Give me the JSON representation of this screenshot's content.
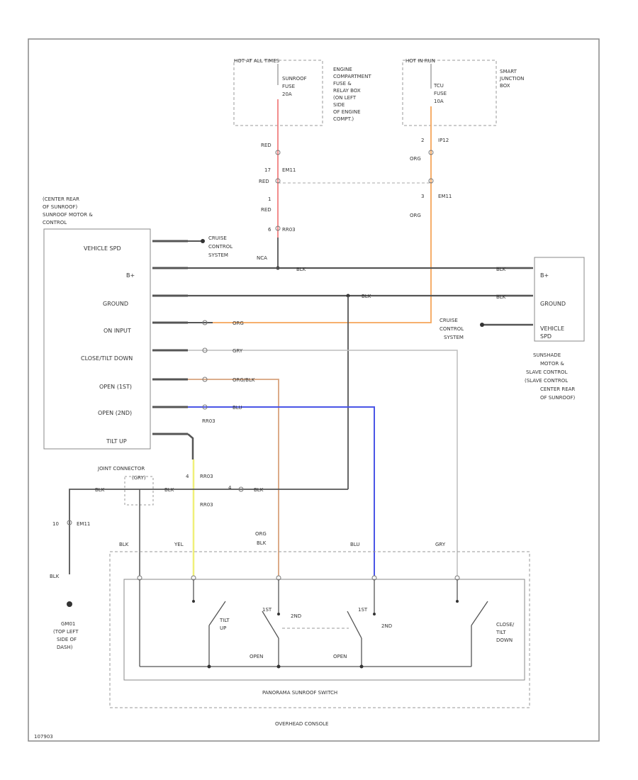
{
  "colors": {
    "red": "#f08080",
    "orange": "#f5a55a",
    "tan": "#d8a27c",
    "blue": "#4a55e6",
    "yellow": "#f0f07a",
    "black": "#555555",
    "gray": "#bdbdbd"
  },
  "fuses": {
    "left_header": "HOT AT ALL TIMES",
    "left_fuse": [
      "SUNROOF",
      "FUSE",
      "20A"
    ],
    "left_box": [
      "ENGINE",
      "COMPARTMENT",
      "FUSE &",
      "RELAY BOX",
      "(ON LEFT",
      "SIDE",
      "OF ENGINE",
      "COMPT.)"
    ],
    "right_header": "HOT IN RUN",
    "right_fuse": [
      "TCU",
      "FUSE",
      "10A"
    ],
    "right_box": [
      "SMART",
      "JUNCTION",
      "BOX"
    ]
  },
  "wires": {
    "red1": "RED",
    "n17": "17",
    "em11": "EM11",
    "red2": "RED",
    "n1": "1",
    "red3": "RED",
    "n6": "6",
    "rr03a": "RR03",
    "n2": "2",
    "ip12": "IP12",
    "org1": "ORG",
    "n3": "3",
    "em11b": "EM11",
    "org2": "ORG",
    "nca": "NCA",
    "blk": "BLK",
    "org": "ORG",
    "gry": "GRY",
    "orgblk": "ORG/BLK",
    "blu": "BLU",
    "rr03b": "RR03",
    "n4": "4",
    "rr03c": "RR03",
    "rr03d": "RR03",
    "n10": "10",
    "em11c": "EM11",
    "col_blk": "BLK",
    "col_yel": "YEL",
    "col_org": "ORG",
    "col_orgblk2": "BLK",
    "col_blu": "BLU",
    "col_gry": "GRY"
  },
  "left_module": {
    "title": [
      "(CENTER REAR",
      "OF SUNROOF)",
      "SUNROOF MOTOR &",
      "CONTROL"
    ],
    "pins": [
      "VEHICLE SPD",
      "B+",
      "GROUND",
      "ON INPUT",
      "CLOSE/TILT DOWN",
      "OPEN (1ST)",
      "OPEN (2ND)",
      "TILT UP"
    ]
  },
  "cruise_top": [
    "CRUISE",
    "CONTROL",
    "SYSTEM"
  ],
  "cruise_right": [
    "CRUISE",
    "CONTROL",
    "SYSTEM"
  ],
  "right_module": {
    "pins": [
      "B+",
      "GROUND",
      "VEHICLE",
      "SPD"
    ],
    "title": [
      "SUNSHADE",
      "MOTOR &",
      "SLAVE CONTROL",
      "(SLAVE CONTROL",
      "CENTER REAR",
      "OF SUNROOF)"
    ]
  },
  "joint": {
    "title": "JOINT CONNECTOR",
    "sub": "(GRY)"
  },
  "ground": [
    "GM01",
    "(TOP LEFT",
    "SIDE OF",
    "DASH)"
  ],
  "switch": {
    "tilt": [
      "TILT",
      "UP"
    ],
    "st1": "1ST",
    "nd1": "2ND",
    "st2": "1ST",
    "nd2": "2ND",
    "close": [
      "CLOSE/",
      "TILT",
      "DOWN"
    ],
    "open1": "OPEN",
    "open2": "OPEN",
    "name": "PANORAMA SUNROOF SWITCH"
  },
  "overhead": "OVERHEAD CONSOLE",
  "footer": "107903"
}
